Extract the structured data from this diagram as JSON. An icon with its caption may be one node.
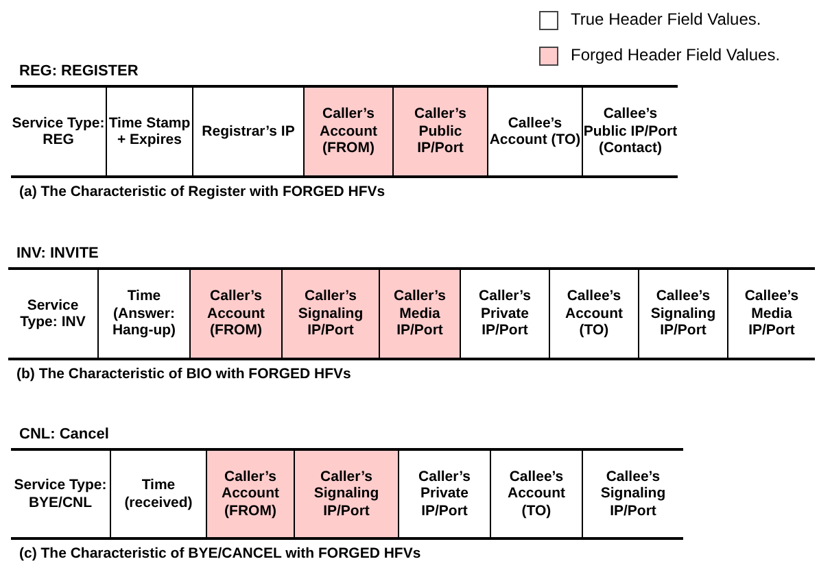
{
  "diagram": {
    "nodes": [
      {
        "text": [
          "REG: REGISTER"
        ],
        "beside": [
          "(a) The Characteristic of Register with FORGED HFVs"
        ]
      },
      {
        "text": [
          "Service Type: REG"
        ],
        "in": 0
      },
      {
        "text": [
          "Time Stamp + Expires"
        ],
        "in": 0
      },
      {
        "text": [
          "Registrar’s IP"
        ],
        "in": 0
      },
      {
        "text": [
          "Caller’s Account (FROM)"
        ],
        "in": 0
      },
      {
        "text": [
          "Caller’s Public IP/Port"
        ],
        "in": 0
      },
      {
        "text": [
          "Callee’s Account (TO)"
        ],
        "in": 0
      },
      {
        "text": [
          "Callee’s Public IP/Port (Contact)"
        ],
        "in": 0
      },
      {
        "text": [
          "INV: INVITE"
        ],
        "beside": [
          "(b) The Characteristic of BIO with FORGED HFVs"
        ]
      },
      {
        "text": [
          "Service Type: INV"
        ],
        "in": 8
      },
      {
        "text": [
          "Time (Answer: Hang-up)"
        ],
        "in": 8
      },
      {
        "text": [
          "Caller’s Account (FROM)"
        ],
        "in": 8
      },
      {
        "text": [
          "Caller’s Signaling IP/Port"
        ],
        "in": 8
      },
      {
        "text": [
          "Caller’s Media IP/Port"
        ],
        "in": 8
      },
      {
        "text": [
          "Caller’s Private IP/Port"
        ],
        "in": 8
      },
      {
        "text": [
          "Callee’s Account (TO)"
        ],
        "in": 8
      },
      {
        "text": [
          "Callee’s Signaling IP/Port"
        ],
        "in": 8
      },
      {
        "text": [
          "Callee’s Media IP/Port"
        ],
        "in": 8
      },
      {
        "text": [
          "CNL: Cancel"
        ],
        "beside": [
          "(c) The Characteristic of BYE/CANCEL with FORGED HFVs"
        ]
      },
      {
        "text": [
          "Service Type: BYE/CNL"
        ],
        "in": 18
      },
      {
        "text": [
          "Time (received)"
        ],
        "in": 18
      },
      {
        "text": [
          "Caller’s Account (FROM)"
        ],
        "in": 18
      },
      {
        "text": [
          "Caller’s Signaling IP/Port"
        ],
        "in": 18
      },
      {
        "text": [
          "Caller’s Private IP/Port"
        ],
        "in": 18
      },
      {
        "text": [
          "Callee’s Account (TO)"
        ],
        "in": 18
      },
      {
        "text": [
          "Callee’s Signaling IP/Port"
        ],
        "in": 18
      }
    ],
    "edges": [],
    "legend": [
      {
        "text": "True Header Field Values.",
        "color": "#ffffff"
      },
      {
        "text": "Forged Header Field Values.",
        "color": "#ffcccc"
      }
    ]
  }
}
